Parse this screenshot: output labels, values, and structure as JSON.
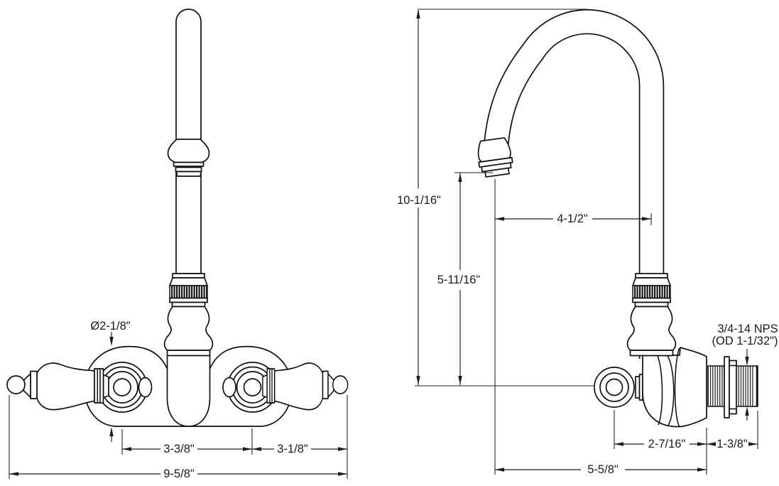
{
  "drawing": {
    "front_view": {
      "diameter": "Ø2-1/8\"",
      "valve_spacing": "3-3/8\"",
      "valve_to_handle_tip": "3-1/8\"",
      "overall_width": "9-5/8\""
    },
    "side_view": {
      "overall_height": "10-1/16\"",
      "spout_height": "5-11/16\"",
      "spout_reach": "4-1/2\"",
      "thread_spec": "3/4-14 NPS",
      "thread_od": "(OD 1-1/32\")",
      "valve_to_wall": "2-7/16\"",
      "thread_length": "1-3/8\"",
      "overall_depth": "5-5/8\""
    }
  }
}
